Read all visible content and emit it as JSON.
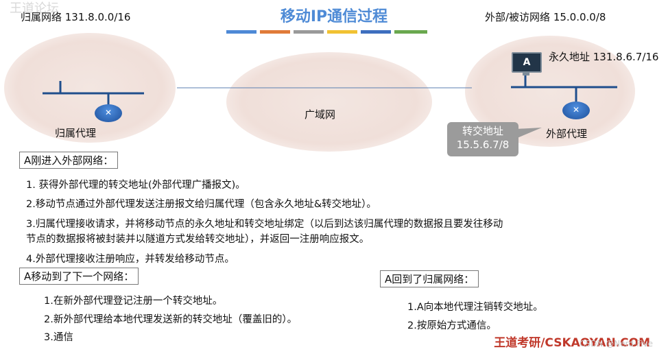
{
  "watermark": "王道论坛",
  "title": "移动IP通信过程",
  "title_bar_colors": [
    "#4e89d6",
    "#e07b39",
    "#9a9a9a",
    "#f1c232",
    "#3e6fbf",
    "#6aa84f"
  ],
  "home_network": "归属网络 131.8.0.0/16",
  "foreign_network": "外部/被访网络 15.0.0.0/8",
  "permanent_address": "永久地址 131.8.6.7/16",
  "host_label": "A",
  "wan_label": "广域网",
  "home_agent_label": "归属代理",
  "foreign_agent_label": "外部代理",
  "care_of": {
    "line1": "转交地址",
    "line2": "15.5.6.7/8"
  },
  "section1": {
    "header": "A刚进入外部网络：",
    "steps": [
      "1. 获得外部代理的转交地址(外部代理广播报文)。",
      "2.移动节点通过外部代理发送注册报文给归属代理（包含永久地址&转交地址）。",
      "3.归属代理接收请求，并将移动节点的永久地址和转交地址绑定（以后到达该归属代理的数据报且要发往移动",
      "节点的数据报将被封装并以隧道方式发给转交地址），并返回一注册响应报文。",
      "4.外部代理接收注册响应，并转发给移动节点。"
    ]
  },
  "section2": {
    "header": "A移动到了下一个网络：",
    "steps": [
      "1.在新外部代理登记注册一个转交地址。",
      "2.新外部代理给本地代理发送新的转交地址（覆盖旧的）。",
      "3.通信"
    ]
  },
  "section3": {
    "header": "A回到了归属网络：",
    "steps": [
      "1.A向本地代理注销转交地址。",
      "2.按原始方式通信。"
    ]
  },
  "footer": "王道考研/CSKAOYAN.COM",
  "footer_watermark": "CSDN @Nerd-Five"
}
